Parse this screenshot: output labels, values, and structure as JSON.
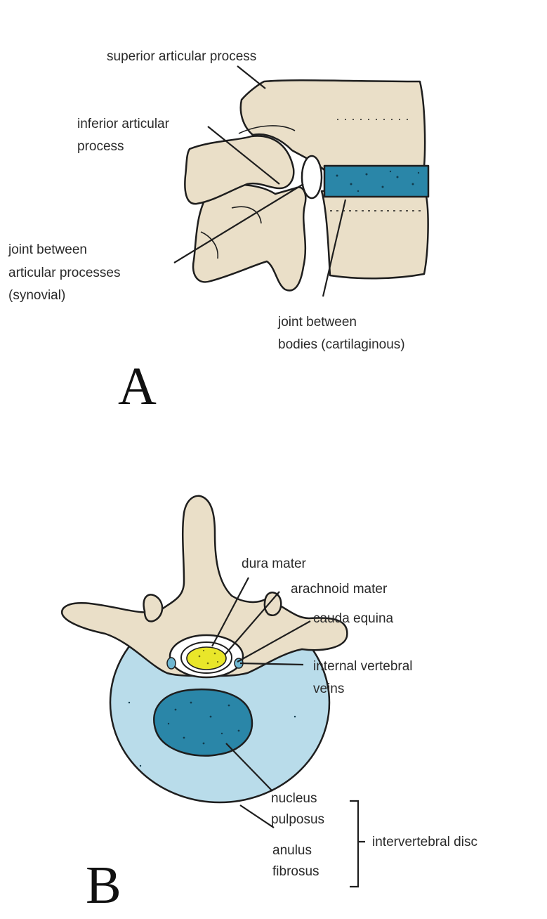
{
  "panel_a": {
    "letter": "A",
    "labels": {
      "superior_articular_process": "superior articular process",
      "inferior_articular_process": [
        "inferior articular",
        "process"
      ],
      "joint_articular": [
        "joint between",
        "articular processes",
        "(synovial)"
      ],
      "joint_bodies": [
        "joint between",
        "bodies (cartilaginous)"
      ]
    }
  },
  "panel_b": {
    "letter": "B",
    "labels": {
      "dura_mater": "dura mater",
      "arachnoid_mater": "arachnoid mater",
      "cauda_equina": "cauda equina",
      "internal_vertebral_veins": [
        "internal vertebral",
        "veins"
      ],
      "nucleus_pulposus": [
        "nucleus",
        "pulposus"
      ],
      "anulus_fibrosus": [
        "anulus",
        "fibrosus"
      ],
      "intervertebral_disc": "intervertebral disc"
    }
  },
  "colors": {
    "bone": "#eadfc8",
    "outline": "#1e1e1e",
    "disc_lateral": "#2a86a8",
    "anulus": "#b9dcea",
    "nucleus": "#2a86a8",
    "cauda": "#e9e62a"
  }
}
